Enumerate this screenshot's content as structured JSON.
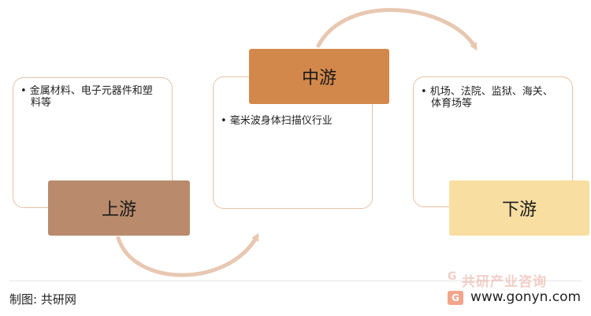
{
  "stages": {
    "upstream": {
      "label": "上游",
      "color": "#b98b6c",
      "detail_line1": "• 金属材料、电子元器件和塑",
      "detail_line2": "料等"
    },
    "midstream": {
      "label": "中游",
      "color": "#d3884b",
      "detail_line1": "• 毫米波身体扫描仪行业"
    },
    "downstream": {
      "label": "下游",
      "color": "#f8dea1",
      "detail_line1": "• 机场、法院、监狱、海关、",
      "detail_line2": "体育场等"
    }
  },
  "colors": {
    "card_border": "#e6c2a5",
    "arrow": "#e8c8b2"
  },
  "icons": {
    "arrow_up": "curved-arrow-icon",
    "arrow_down": "curved-arrow-icon"
  },
  "footer": {
    "credit": "制图: 共研网",
    "website": "www.gonyn.com",
    "watermark": "共研产业咨询"
  }
}
